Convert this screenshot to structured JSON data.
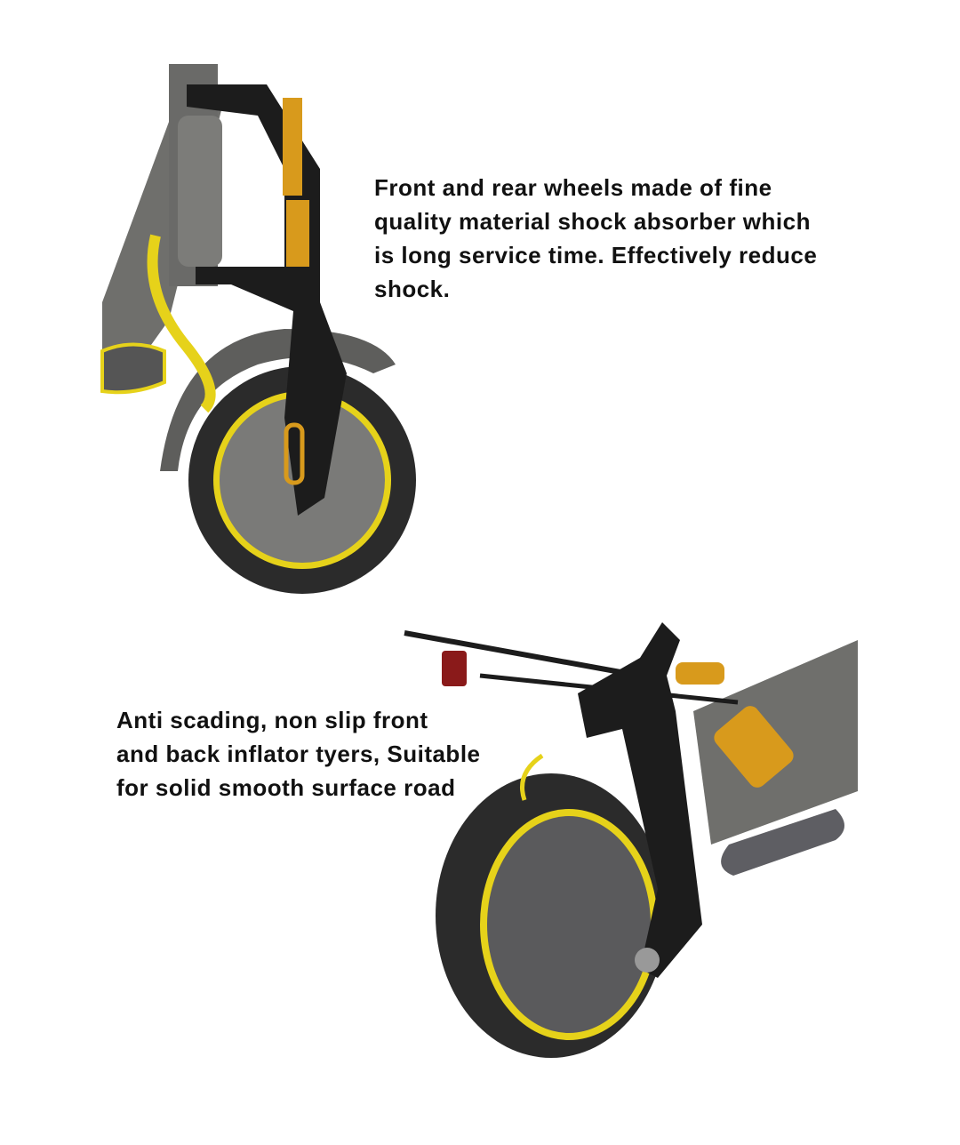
{
  "captions": {
    "front": {
      "lines": [
        "Front and rear wheels made of fine",
        "quality material shock absorber which",
        "is long service time. Effectively reduce",
        "shock."
      ]
    },
    "rear": {
      "lines": [
        "Anti scading, non slip front",
        "and back inflator tyers, Suitable",
        "for solid smooth surface road"
      ]
    }
  },
  "colors": {
    "accent_yellow": "#e6d21a",
    "frame_gray": "#6f6f6c",
    "tire_black": "#2b2b2b",
    "fork_black": "#1c1c1c",
    "shock_gold": "#d89a1c"
  }
}
